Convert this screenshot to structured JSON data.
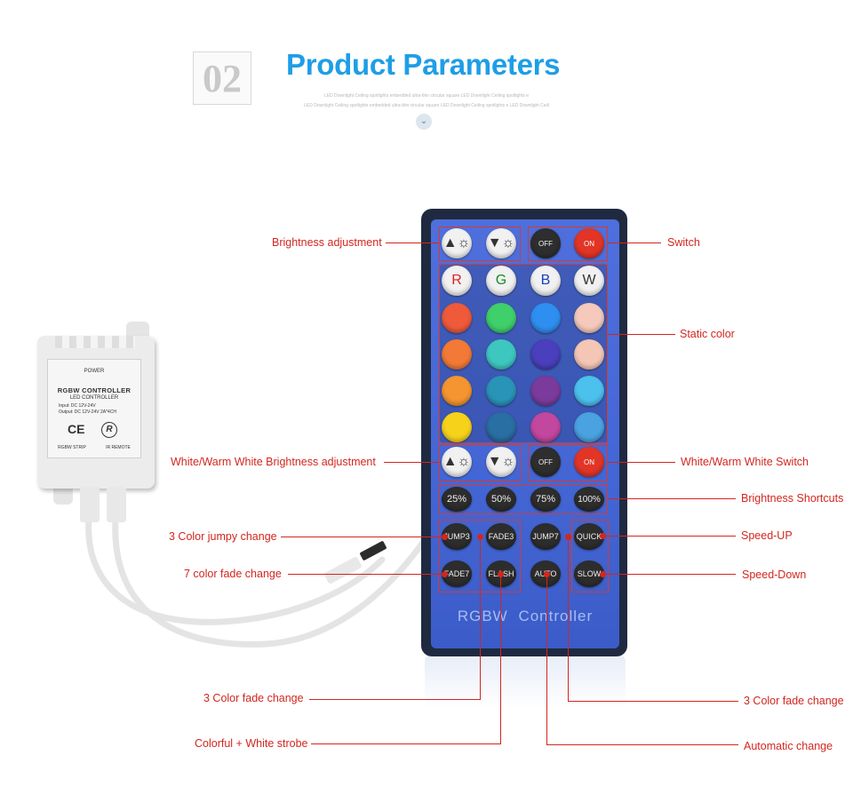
{
  "header": {
    "number": "02",
    "title": "Product Parameters",
    "sub1": "LED Downlight Ceiling spotlights embedded ultra-thin circular square LED Downlight Ceiling spotlights e",
    "sub2": "LED Downlight Ceiling spotlights embedded ultra-thin circular square LED Downlight Ceiling spotlights e LED Downlight Ceili",
    "chevron": "⌄"
  },
  "remote": {
    "brand": "RGBW  Controller",
    "top_row": [
      "▲☼",
      "▼☼",
      "OFF",
      "ON"
    ],
    "rgbw": [
      "R",
      "G",
      "B",
      "W"
    ],
    "ww_row": [
      "▲☼",
      "▼☼",
      "OFF",
      "ON"
    ],
    "percent": [
      "25%",
      "50%",
      "75%",
      "100%"
    ],
    "modes_row1": [
      "JUMP3",
      "FADE3",
      "JUMP7",
      "QUICK"
    ],
    "modes_row2": [
      "FADE7",
      "FLASH",
      "AUTO",
      "SLOW"
    ],
    "colors": {
      "row1": [
        "#ef5a3a",
        "#3fcf6b",
        "#2f8ff0",
        "#f5c9bc"
      ],
      "row2": [
        "#f37a36",
        "#3ec7c0",
        "#4a3fbd",
        "#f4c6b5"
      ],
      "row3": [
        "#f4952f",
        "#2a94b8",
        "#7b3b9c",
        "#4cc1ee"
      ],
      "row4": [
        "#f7d21b",
        "#2a6fa3",
        "#c2479f",
        "#4aa3e0"
      ]
    }
  },
  "annotations": {
    "brightness_adjustment": "Brightness adjustment",
    "switch": "Switch",
    "static_color": "Static color",
    "ww_brightness": "White/Warm White Brightness adjustment",
    "ww_switch": "White/Warm White Switch",
    "brightness_shortcuts": "Brightness Shortcuts",
    "jumpy3": "3 Color jumpy change",
    "speed_up": "Speed-UP",
    "fade7": "7 color fade change",
    "speed_down": "Speed-Down",
    "fade3_left": "3 Color fade change",
    "fade3_right": "3 Color fade change",
    "strobe": "Colorful + White strobe",
    "automatic": "Automatic change"
  },
  "controller": {
    "power": "POWER",
    "title": "RGBW CONTROLLER",
    "subtitle": "LED  CONTROLLER",
    "input": "Input: DC 12V-24V",
    "output": "Output: DC 12V-24V 2A*4CH",
    "ce": "CE",
    "r_mark": "R",
    "strip": "RGBW STRIP",
    "ir": "IR REMOTE"
  }
}
